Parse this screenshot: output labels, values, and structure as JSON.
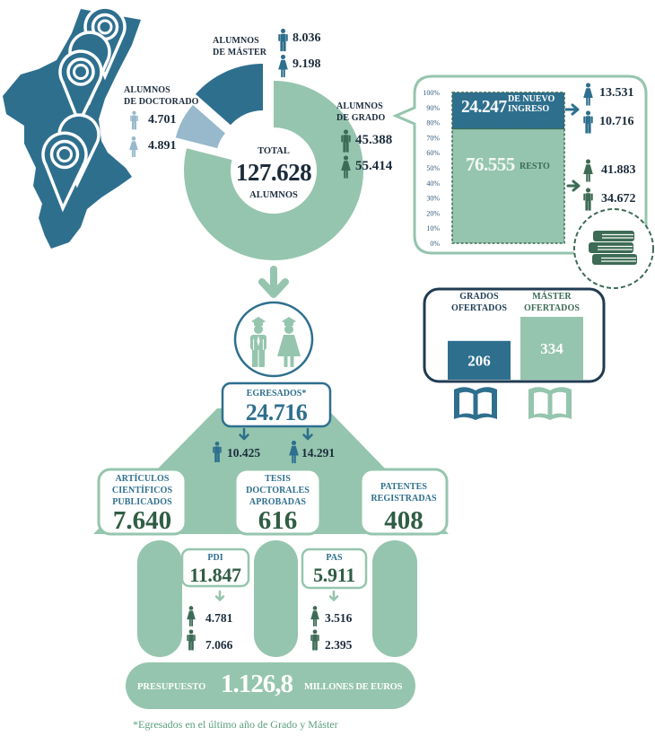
{
  "palette": {
    "dark_blue": "#2e6f8e",
    "pale_blue": "#98b9cc",
    "mint": "#95c5ae",
    "dark_green": "#3d6b55",
    "navy": "#1c2c3b",
    "box_navy": "#1f3b52",
    "value_green": "#2f5d45",
    "footnote_green": "#5a9d7e",
    "axis_blue": "#34597a"
  },
  "students": {
    "total": {
      "label": "TOTAL",
      "value": "127.628",
      "unit": "ALUMNOS"
    },
    "master": {
      "label_lines": [
        "ALUMNOS",
        "DE MÁSTER"
      ],
      "male": "8.036",
      "female": "9.198"
    },
    "doctorado": {
      "label_lines": [
        "ALUMNOS",
        "DE DOCTORADO"
      ],
      "male": "4.701",
      "female": "4.891"
    },
    "grado": {
      "label_lines": [
        "ALUMNOS",
        "DE GRADO"
      ],
      "male": "45.388",
      "female": "55.414"
    }
  },
  "nuevo_ingreso": {
    "new": {
      "value": "24.247",
      "label_lines": [
        "DE NUEVO",
        "INGRESO"
      ],
      "female": "13.531",
      "male": "10.716"
    },
    "rest": {
      "value": "76.555",
      "label": "RESTO",
      "female": "41.883",
      "male": "34.672"
    }
  },
  "egresados": {
    "label": "EGRESADOS*",
    "value": "24.716",
    "male": "10.425",
    "female": "14.291"
  },
  "research": [
    {
      "label_lines": [
        "ARTÍCULOS",
        "CIENTÍFICOS",
        "PUBLICADOS"
      ],
      "value": "7.640"
    },
    {
      "label_lines": [
        "TESIS",
        "DOCTORALES",
        "APROBADAS"
      ],
      "value": "616"
    },
    {
      "label_lines": [
        "PATENTES",
        "REGISTRADAS"
      ],
      "value": "408"
    }
  ],
  "staff": [
    {
      "label": "PDI",
      "value": "11.847",
      "female": "4.781",
      "male": "7.066"
    },
    {
      "label": "PAS",
      "value": "5.911",
      "female": "3.516",
      "male": "2.395"
    }
  ],
  "budget": {
    "label": "PRESUPUESTO",
    "value": "1.126,8",
    "unit": "MILLONES DE EUROS"
  },
  "footnote": "*Egresados en el último año de Grado y Máster",
  "chart_data": [
    {
      "type": "pie",
      "hole": true,
      "title": "TOTAL 127.628 ALUMNOS",
      "categories": [
        "Alumnos de Grado",
        "Alumnos de Doctorado",
        "Alumnos de Máster"
      ],
      "values": [
        100802,
        9592,
        17234
      ],
      "breakdown": [
        {
          "name": "Hombres",
          "values": [
            45388,
            4701,
            8036
          ]
        },
        {
          "name": "Mujeres",
          "values": [
            55414,
            4891,
            9198
          ]
        }
      ],
      "colors": [
        "#95c5ae",
        "#98b9cc",
        "#2e6f8e"
      ],
      "legend": "none"
    },
    {
      "type": "bar",
      "stacked": true,
      "title": "Alumnos de Grado",
      "categories": [
        "Alumnos de Grado"
      ],
      "series": [
        {
          "name": "De nuevo ingreso",
          "values": [
            24247
          ],
          "color": "#2e6f8e"
        },
        {
          "name": "Resto",
          "values": [
            76555
          ],
          "color": "#95c5ae"
        }
      ],
      "xlabel": "",
      "ylabel": "",
      "ylim": [
        0,
        100
      ],
      "yunit": "%",
      "yticks": [
        "0%",
        "10%",
        "20%",
        "30%",
        "40%",
        "50%",
        "60%",
        "70%",
        "80%",
        "90%",
        "100%"
      ],
      "grid": false
    },
    {
      "type": "bar",
      "categories": [
        "Grados ofertados",
        "Máster ofertados"
      ],
      "category_lines": [
        [
          "GRADOS",
          "OFERTADOS"
        ],
        [
          "MÁSTER",
          "OFERTADOS"
        ]
      ],
      "values": [
        206,
        334
      ],
      "value_labels": [
        "206",
        "334"
      ],
      "colors": [
        "#2e6f8e",
        "#95c5ae"
      ],
      "grid": false
    }
  ]
}
